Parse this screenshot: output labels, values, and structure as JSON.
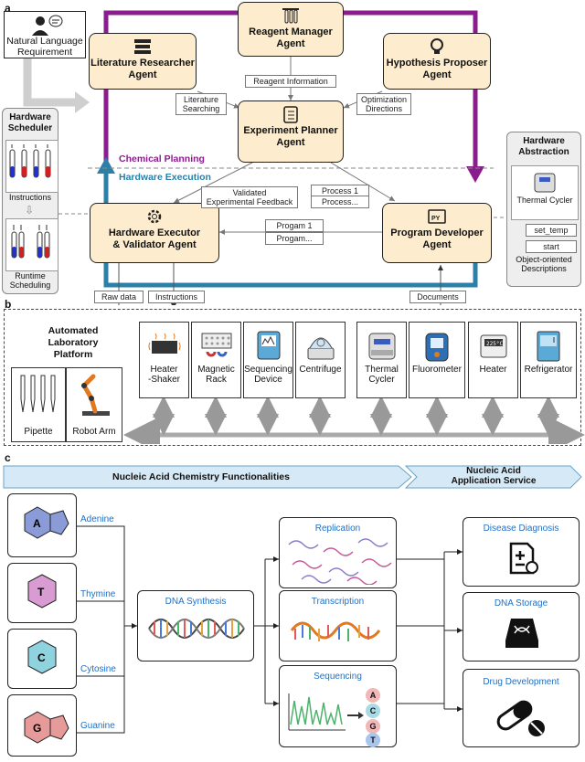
{
  "panels": {
    "a": "a",
    "b": "b",
    "c": "c"
  },
  "requirement": "Natural Language\nRequirement",
  "agents": {
    "literature": "Literature Researcher\nAgent",
    "reagent": "Reagent Manager\nAgent",
    "hypothesis": "Hypothesis Proposer\nAgent",
    "planner": "Experiment Planner\nAgent",
    "executor": "Hardware Executor\n& Validator Agent",
    "developer": "Program Developer\nAgent"
  },
  "tags": {
    "reagent_info": "Reagent Information",
    "lit_search": "Literature\nSearching",
    "opt_dir": "Optimization\nDirections",
    "validated": "Validated\nExperimental Feedback",
    "process1": "Process 1",
    "process_more": "Process...",
    "program1": "Progam 1",
    "program_more": "Progam...",
    "raw_data": "Raw data",
    "instructions": "Instructions",
    "documents": "Documents"
  },
  "loop_labels": {
    "chemical": "Chemical Planning",
    "hardware": "Hardware Execution"
  },
  "scheduler": {
    "title": "Hardware\nScheduler",
    "instructions": "Instructions",
    "runtime": "Runtime\nScheduling"
  },
  "abstraction": {
    "title": "Hardware\nAbstraction",
    "device": "Thermal Cycler",
    "set_temp": "set_temp",
    "start": "start",
    "desc": "Object-oriented\nDescriptions"
  },
  "platform": {
    "title": "Automated\nLaboratory Platform",
    "pipette": "Pipette",
    "robot": "Robot Arm",
    "devices": [
      "Heater\n-Shaker",
      "Magnetic\nRack",
      "Sequencing\nDevice",
      "Centrifuge",
      "Thermal\nCycler",
      "Fluorometer",
      "Heater",
      "Refrigerator"
    ]
  },
  "chem": {
    "banner_left": "Nucleic Acid Chemistry Functionalities",
    "banner_right": "Nucleic Acid\nApplication Service",
    "bases": [
      "Adenine",
      "Thymine",
      "Cytosine",
      "Guanine"
    ],
    "base_letters": [
      "A",
      "T",
      "C",
      "G"
    ],
    "synthesis": "DNA Synthesis",
    "functions": [
      "Replication",
      "Transcription",
      "Sequencing"
    ],
    "seq_letters": [
      "A",
      "C",
      "G",
      "T"
    ],
    "applications": [
      "Disease Diagnosis",
      "DNA Storage",
      "Drug Development"
    ]
  },
  "colors": {
    "purple": "#8b1c8e",
    "teal": "#2b7fa8",
    "agent_fill": "#fdeccd",
    "blue_text": "#1f6fc5",
    "banner": "#d5e9f6"
  }
}
